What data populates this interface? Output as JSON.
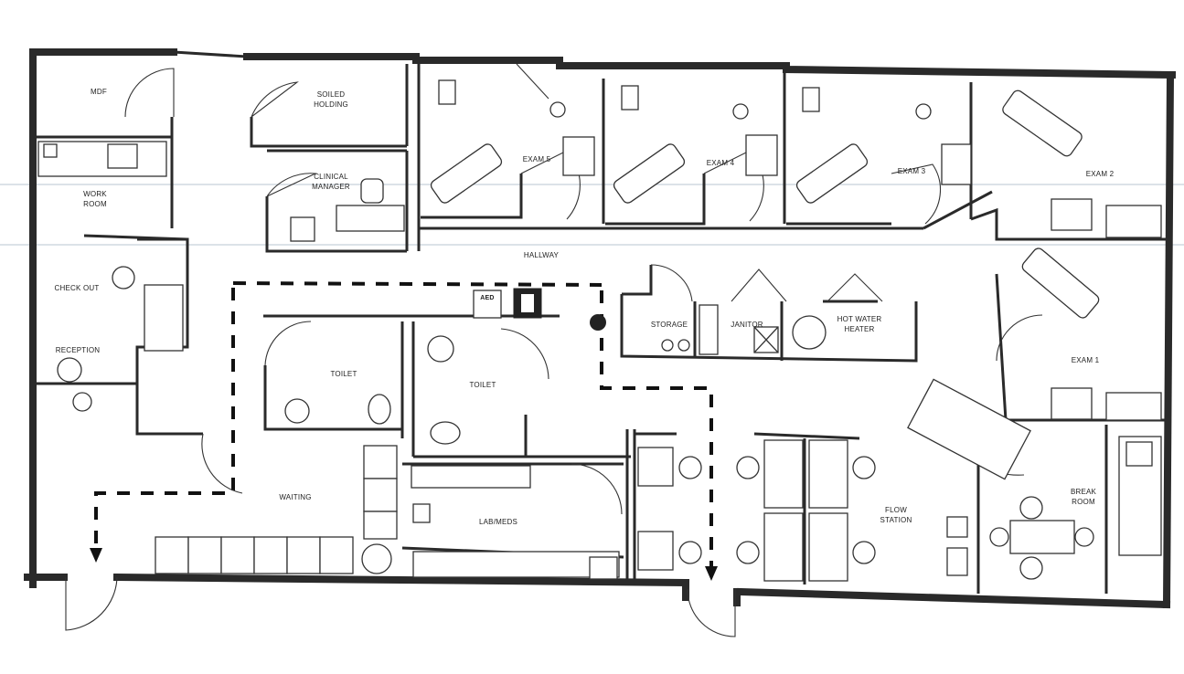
{
  "rooms": {
    "mdf": "MDF",
    "soiled_holding_1": "SOILED",
    "soiled_holding_2": "HOLDING",
    "clinical_manager_1": "CLINICAL",
    "clinical_manager_2": "MANAGER",
    "work_room_1": "WORK",
    "work_room_2": "ROOM",
    "exam5": "EXAM 5",
    "exam4": "EXAM 4",
    "exam3": "EXAM 3",
    "exam2": "EXAM 2",
    "exam1": "EXAM 1",
    "hallway": "HALLWAY",
    "check_out": "CHECK OUT",
    "reception": "RECEPTION",
    "toilet_left": "TOILET",
    "toilet_right": "TOILET",
    "storage": "STORAGE",
    "janitor": "JANITOR",
    "hot_water_heater_1": "HOT WATER",
    "hot_water_heater_2": "HEATER",
    "waiting": "WAITING",
    "lab_meds": "LAB/MEDS",
    "flow_station_1": "FLOW",
    "flow_station_2": "STATION",
    "break_room_1": "BREAK",
    "break_room_2": "ROOM"
  },
  "signs": {
    "aed": "AED"
  },
  "colors": {
    "wall": "#4a4a4a",
    "line": "#333333",
    "route": "#111111",
    "background": "#ffffff"
  }
}
